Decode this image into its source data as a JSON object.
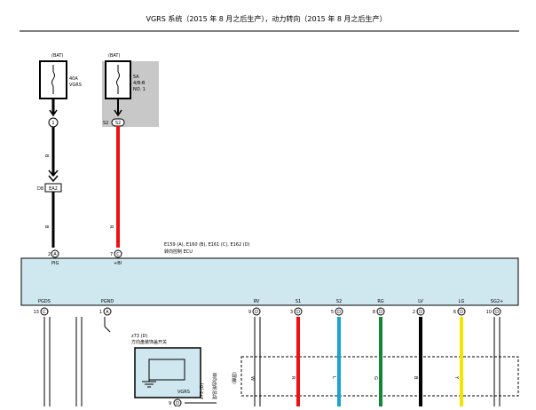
{
  "title": "VGRS 系统（2015 年 8 月之后生产），动力转向（2015 年 8 月之后生产）",
  "fuse_left": {
    "supply": "(BAT)",
    "rating": "40A",
    "name": "VGRS"
  },
  "fuse_right": {
    "supply": "(BAT)",
    "rating": "5A",
    "name": "4/B-B",
    "name2": "NO. 1"
  },
  "pins": {
    "fuse_left_pin": "1",
    "fuse_right_pin": "S2",
    "fuse_right_box": "S2",
    "conn_ea2_left": "D8",
    "conn_ea2_box": "EA2",
    "ecu_pig_num": "2",
    "ecu_pig_letter": "A",
    "ecu_bi_num": "7",
    "ecu_bi_letter": "C"
  },
  "wire_labels": {
    "w1": "B",
    "w2": "B",
    "w3": "R"
  },
  "ecu": {
    "connectors": "E159 (A), E160 (B), E161 (C), E162 (D)",
    "name": "转向控制 ECU",
    "top_pins": [
      "PIG",
      "+BI"
    ],
    "bottom_pins": [
      {
        "label": "PGDS",
        "num": "13",
        "letter": "C"
      },
      {
        "label": "PGND",
        "num": "1",
        "letter": "A"
      },
      {
        "label": "RV",
        "num": "9",
        "letter": "D"
      },
      {
        "label": "S1",
        "num": "3",
        "letter": "D"
      },
      {
        "label": "S2",
        "num": "5",
        "letter": "D"
      },
      {
        "label": "RG",
        "num": "8",
        "letter": "D"
      },
      {
        "label": "LV",
        "num": "2",
        "letter": "D"
      },
      {
        "label": "LG",
        "num": "6",
        "letter": "D"
      },
      {
        "label": "SG2+",
        "num": "10",
        "letter": "D"
      }
    ]
  },
  "switch": {
    "ref": "z73 (D)",
    "name": "方向盘装饰盖开关",
    "pin_label": "VGRS",
    "pin_num": "9",
    "pin_letter": "D",
    "side_label": "转向齿轮总成",
    "bottom_ref": "z73 (D)"
  },
  "shield_label": "（屏蔽）",
  "signal_wire_labels": [
    "W",
    "R",
    "L",
    "G",
    "B",
    "Y"
  ]
}
